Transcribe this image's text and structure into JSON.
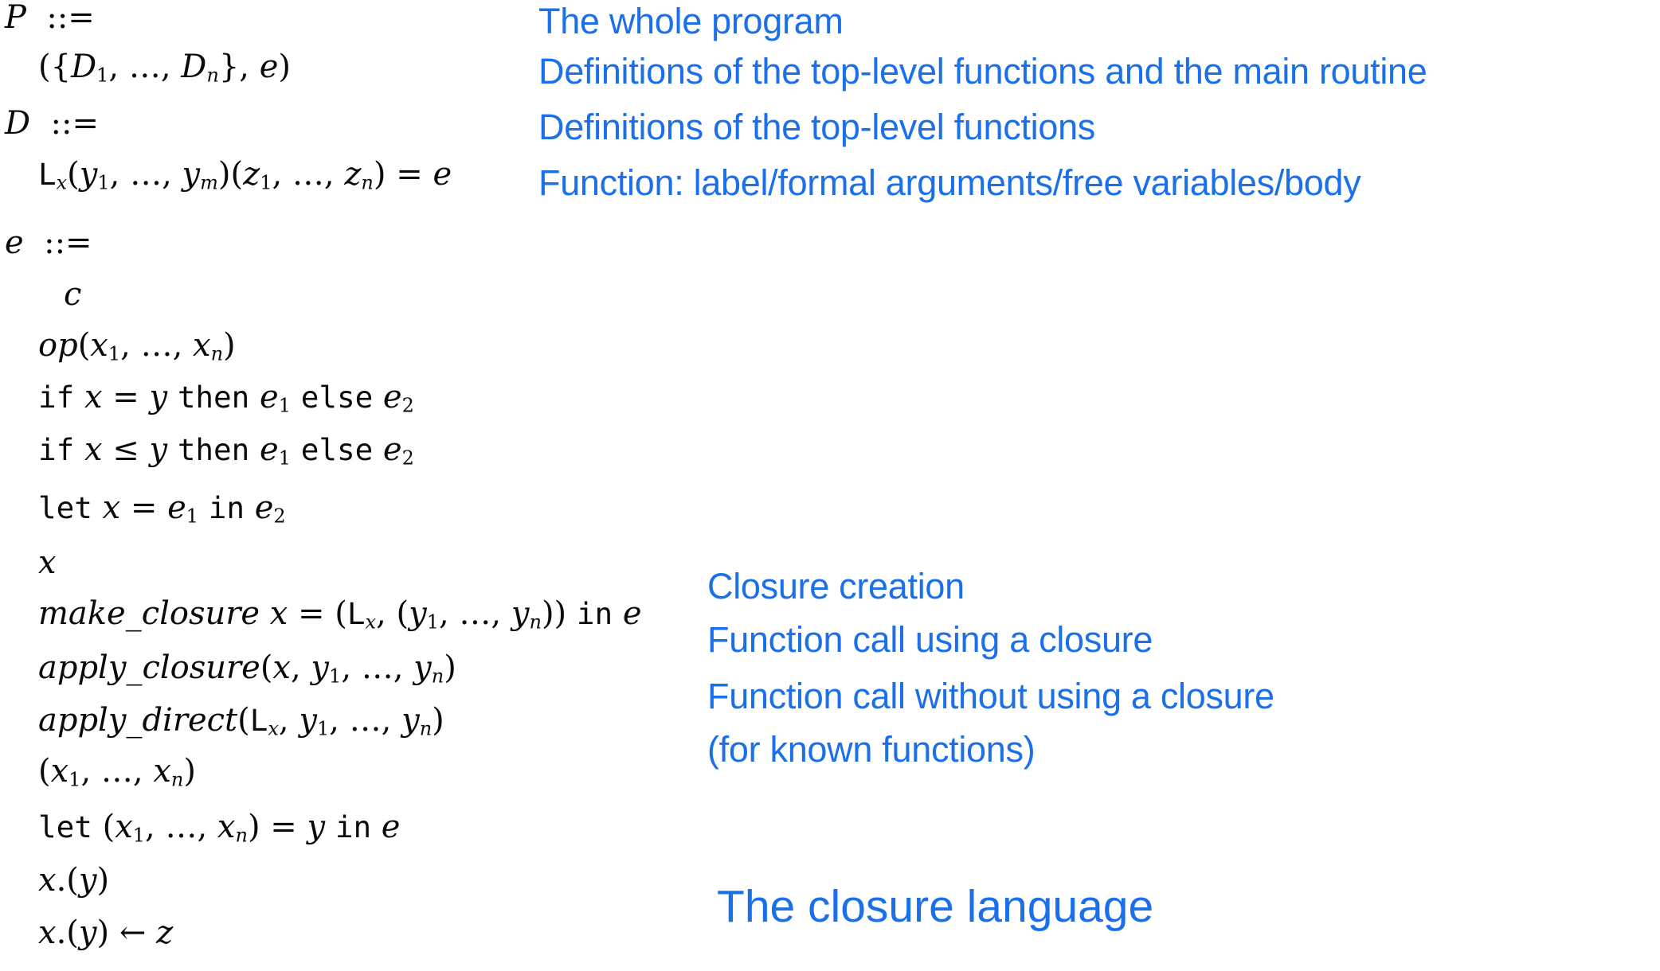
{
  "palette": {
    "annotation_blue": "#1b70e9",
    "math_color": "#0a0a0a",
    "background": "#ffffff"
  },
  "grammar": {
    "lines": [
      {
        "name": "grammar-line-P-head",
        "segs": [
          [
            "P",
            "v"
          ],
          [
            "  ::=",
            "p"
          ]
        ]
      },
      {
        "name": "grammar-line-program-tuple",
        "segs": [
          [
            "({",
            "p"
          ],
          [
            "D",
            "v"
          ],
          [
            "1",
            "sp"
          ],
          [
            ", …, ",
            "p"
          ],
          [
            "D",
            "v"
          ],
          [
            "n",
            "sv"
          ],
          [
            "}, ",
            "p"
          ],
          [
            "e",
            "v"
          ],
          [
            ")",
            "p"
          ]
        ]
      },
      {
        "name": "grammar-line-D-head",
        "segs": [
          [
            "D",
            "v"
          ],
          [
            "  ::=",
            "p"
          ]
        ]
      },
      {
        "name": "grammar-line-function-def",
        "segs": [
          [
            "L",
            "k"
          ],
          [
            "x",
            "sv"
          ],
          [
            "(",
            "p"
          ],
          [
            "y",
            "v"
          ],
          [
            "1",
            "sp"
          ],
          [
            ", …, ",
            "p"
          ],
          [
            "y",
            "v"
          ],
          [
            "m",
            "sv"
          ],
          [
            ")(",
            "p"
          ],
          [
            "z",
            "v"
          ],
          [
            "1",
            "sp"
          ],
          [
            ", …, ",
            "p"
          ],
          [
            "z",
            "v"
          ],
          [
            "n",
            "sv"
          ],
          [
            ") = ",
            "p"
          ],
          [
            "e",
            "v"
          ]
        ]
      },
      {
        "name": "grammar-line-e-head",
        "segs": [
          [
            "e",
            "v"
          ],
          [
            "  ::=",
            "p"
          ]
        ]
      },
      {
        "name": "grammar-line-constant",
        "segs": [
          [
            "c",
            "v"
          ]
        ]
      },
      {
        "name": "grammar-line-primop",
        "segs": [
          [
            "op",
            "v"
          ],
          [
            "(",
            "p"
          ],
          [
            "x",
            "v"
          ],
          [
            "1",
            "sp"
          ],
          [
            ", …, ",
            "p"
          ],
          [
            "x",
            "v"
          ],
          [
            "n",
            "sv"
          ],
          [
            ")",
            "p"
          ]
        ]
      },
      {
        "name": "grammar-line-if-eq",
        "segs": [
          [
            "if",
            "k"
          ],
          [
            " ",
            "p"
          ],
          [
            "x",
            "v"
          ],
          [
            " = ",
            "p"
          ],
          [
            "y",
            "v"
          ],
          [
            " ",
            "p"
          ],
          [
            "then",
            "k"
          ],
          [
            " ",
            "p"
          ],
          [
            "e",
            "v"
          ],
          [
            "1",
            "sp"
          ],
          [
            " ",
            "p"
          ],
          [
            "else",
            "k"
          ],
          [
            " ",
            "p"
          ],
          [
            "e",
            "v"
          ],
          [
            "2",
            "sp"
          ]
        ]
      },
      {
        "name": "grammar-line-if-le",
        "segs": [
          [
            "if",
            "k"
          ],
          [
            " ",
            "p"
          ],
          [
            "x",
            "v"
          ],
          [
            " ≤ ",
            "p"
          ],
          [
            "y",
            "v"
          ],
          [
            " ",
            "p"
          ],
          [
            "then",
            "k"
          ],
          [
            " ",
            "p"
          ],
          [
            "e",
            "v"
          ],
          [
            "1",
            "sp"
          ],
          [
            " ",
            "p"
          ],
          [
            "else",
            "k"
          ],
          [
            " ",
            "p"
          ],
          [
            "e",
            "v"
          ],
          [
            "2",
            "sp"
          ]
        ]
      },
      {
        "name": "grammar-line-let",
        "segs": [
          [
            "let",
            "k"
          ],
          [
            " ",
            "p"
          ],
          [
            "x",
            "v"
          ],
          [
            " = ",
            "p"
          ],
          [
            "e",
            "v"
          ],
          [
            "1",
            "sp"
          ],
          [
            " ",
            "p"
          ],
          [
            "in",
            "k"
          ],
          [
            " ",
            "p"
          ],
          [
            "e",
            "v"
          ],
          [
            "2",
            "sp"
          ]
        ]
      },
      {
        "name": "grammar-line-var",
        "segs": [
          [
            "x",
            "v"
          ]
        ]
      },
      {
        "name": "grammar-line-make-closure",
        "segs": [
          [
            "make_closure",
            "v"
          ],
          [
            " ",
            "p"
          ],
          [
            "x",
            "v"
          ],
          [
            " = (",
            "p"
          ],
          [
            "L",
            "k"
          ],
          [
            "x",
            "sv"
          ],
          [
            ", (",
            "p"
          ],
          [
            "y",
            "v"
          ],
          [
            "1",
            "sp"
          ],
          [
            ", …, ",
            "p"
          ],
          [
            "y",
            "v"
          ],
          [
            "n",
            "sv"
          ],
          [
            ")) ",
            "p"
          ],
          [
            "in",
            "k"
          ],
          [
            " ",
            "p"
          ],
          [
            "e",
            "v"
          ]
        ]
      },
      {
        "name": "grammar-line-apply-closure",
        "segs": [
          [
            "apply_closure",
            "v"
          ],
          [
            "(",
            "p"
          ],
          [
            "x",
            "v"
          ],
          [
            ", ",
            "p"
          ],
          [
            "y",
            "v"
          ],
          [
            "1",
            "sp"
          ],
          [
            ", …, ",
            "p"
          ],
          [
            "y",
            "v"
          ],
          [
            "n",
            "sv"
          ],
          [
            ")",
            "p"
          ]
        ]
      },
      {
        "name": "grammar-line-apply-direct",
        "segs": [
          [
            "apply_direct",
            "v"
          ],
          [
            "(",
            "p"
          ],
          [
            "L",
            "k"
          ],
          [
            "x",
            "sv"
          ],
          [
            ", ",
            "p"
          ],
          [
            "y",
            "v"
          ],
          [
            "1",
            "sp"
          ],
          [
            ", …, ",
            "p"
          ],
          [
            "y",
            "v"
          ],
          [
            "n",
            "sv"
          ],
          [
            ")",
            "p"
          ]
        ]
      },
      {
        "name": "grammar-line-tuple",
        "segs": [
          [
            "(",
            "p"
          ],
          [
            "x",
            "v"
          ],
          [
            "1",
            "sp"
          ],
          [
            ", …, ",
            "p"
          ],
          [
            "x",
            "v"
          ],
          [
            "n",
            "sv"
          ],
          [
            ")",
            "p"
          ]
        ]
      },
      {
        "name": "grammar-line-let-tuple",
        "segs": [
          [
            "let",
            "k"
          ],
          [
            " (",
            "p"
          ],
          [
            "x",
            "v"
          ],
          [
            "1",
            "sp"
          ],
          [
            ", …, ",
            "p"
          ],
          [
            "x",
            "v"
          ],
          [
            "n",
            "sv"
          ],
          [
            ") = ",
            "p"
          ],
          [
            "y",
            "v"
          ],
          [
            " ",
            "p"
          ],
          [
            "in",
            "k"
          ],
          [
            " ",
            "p"
          ],
          [
            "e",
            "v"
          ]
        ]
      },
      {
        "name": "grammar-line-array-read",
        "segs": [
          [
            "x",
            "v"
          ],
          [
            ".(",
            "p"
          ],
          [
            "y",
            "v"
          ],
          [
            ")",
            "p"
          ]
        ]
      },
      {
        "name": "grammar-line-array-write",
        "segs": [
          [
            "x",
            "v"
          ],
          [
            ".(",
            "p"
          ],
          [
            "y",
            "v"
          ],
          [
            ") ← ",
            "p"
          ],
          [
            "z",
            "v"
          ]
        ]
      }
    ]
  },
  "annotations": {
    "top": [
      "The whole program",
      "Definitions of the top-level functions and the main routine",
      "Definitions of the top-level functions",
      "Function: label/formal arguments/free variables/body"
    ],
    "middle": [
      "Closure creation",
      "Function call using a closure",
      "Function call without using a closure",
      "(for known functions)"
    ],
    "caption": "The closure language"
  }
}
